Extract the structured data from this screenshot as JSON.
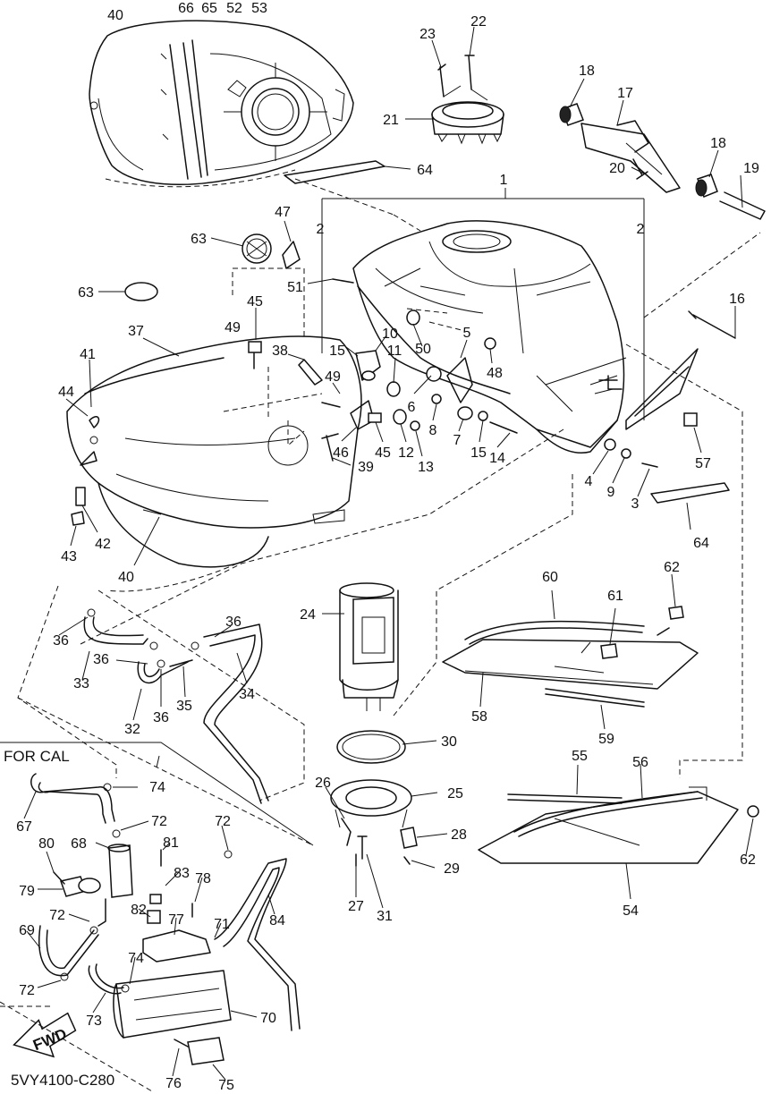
{
  "diagram": {
    "drawing_code": "5VY4100-C280",
    "for_cal_label": "FOR CAL",
    "fwd_label": "FWD",
    "callouts": [
      {
        "id": "c40a",
        "text": "40"
      },
      {
        "id": "c66",
        "text": "66"
      },
      {
        "id": "c65",
        "text": "65"
      },
      {
        "id": "c52",
        "text": "52"
      },
      {
        "id": "c53",
        "text": "53"
      },
      {
        "id": "c23",
        "text": "23"
      },
      {
        "id": "c22",
        "text": "22"
      },
      {
        "id": "c18a",
        "text": "18"
      },
      {
        "id": "c17",
        "text": "17"
      },
      {
        "id": "c21",
        "text": "21"
      },
      {
        "id": "c18b",
        "text": "18"
      },
      {
        "id": "c20",
        "text": "20"
      },
      {
        "id": "c19",
        "text": "19"
      },
      {
        "id": "c64a",
        "text": "64"
      },
      {
        "id": "c1",
        "text": "1"
      },
      {
        "id": "c2a",
        "text": "2"
      },
      {
        "id": "c2b",
        "text": "2"
      },
      {
        "id": "c47",
        "text": "47"
      },
      {
        "id": "c63a",
        "text": "63"
      },
      {
        "id": "c63b",
        "text": "63"
      },
      {
        "id": "c51",
        "text": "51"
      },
      {
        "id": "c16",
        "text": "16"
      },
      {
        "id": "c45a",
        "text": "45"
      },
      {
        "id": "c37",
        "text": "37"
      },
      {
        "id": "c49a",
        "text": "49"
      },
      {
        "id": "c38",
        "text": "38"
      },
      {
        "id": "c10",
        "text": "10"
      },
      {
        "id": "c15a",
        "text": "15"
      },
      {
        "id": "c50",
        "text": "50"
      },
      {
        "id": "c5",
        "text": "5"
      },
      {
        "id": "c41",
        "text": "41"
      },
      {
        "id": "c11",
        "text": "11"
      },
      {
        "id": "c48",
        "text": "48"
      },
      {
        "id": "c44",
        "text": "44"
      },
      {
        "id": "c49b",
        "text": "49"
      },
      {
        "id": "c6",
        "text": "6"
      },
      {
        "id": "c8",
        "text": "8"
      },
      {
        "id": "c7",
        "text": "7"
      },
      {
        "id": "c15b",
        "text": "15"
      },
      {
        "id": "c14",
        "text": "14"
      },
      {
        "id": "c46",
        "text": "46"
      },
      {
        "id": "c45b",
        "text": "45"
      },
      {
        "id": "c12",
        "text": "12"
      },
      {
        "id": "c13",
        "text": "13"
      },
      {
        "id": "c39",
        "text": "39"
      },
      {
        "id": "c57",
        "text": "57"
      },
      {
        "id": "c4",
        "text": "4"
      },
      {
        "id": "c9",
        "text": "9"
      },
      {
        "id": "c3",
        "text": "3"
      },
      {
        "id": "c43",
        "text": "43"
      },
      {
        "id": "c42",
        "text": "42"
      },
      {
        "id": "c40b",
        "text": "40"
      },
      {
        "id": "c64b",
        "text": "64"
      },
      {
        "id": "c60",
        "text": "60"
      },
      {
        "id": "c62a",
        "text": "62"
      },
      {
        "id": "c61",
        "text": "61"
      },
      {
        "id": "c24",
        "text": "24"
      },
      {
        "id": "c36a",
        "text": "36"
      },
      {
        "id": "c36b",
        "text": "36"
      },
      {
        "id": "c36c",
        "text": "36"
      },
      {
        "id": "c36d",
        "text": "36"
      },
      {
        "id": "c33",
        "text": "33"
      },
      {
        "id": "c34",
        "text": "34"
      },
      {
        "id": "c35",
        "text": "35"
      },
      {
        "id": "c32",
        "text": "32"
      },
      {
        "id": "c58",
        "text": "58"
      },
      {
        "id": "c59",
        "text": "59"
      },
      {
        "id": "c30",
        "text": "30"
      },
      {
        "id": "c74a",
        "text": "74"
      },
      {
        "id": "c55",
        "text": "55"
      },
      {
        "id": "c56",
        "text": "56"
      },
      {
        "id": "c26",
        "text": "26"
      },
      {
        "id": "c25",
        "text": "25"
      },
      {
        "id": "c67",
        "text": "67"
      },
      {
        "id": "c72a",
        "text": "72"
      },
      {
        "id": "c72b",
        "text": "72"
      },
      {
        "id": "c28",
        "text": "28"
      },
      {
        "id": "c80",
        "text": "80"
      },
      {
        "id": "c68",
        "text": "68"
      },
      {
        "id": "c81",
        "text": "81"
      },
      {
        "id": "c62b",
        "text": "62"
      },
      {
        "id": "c29",
        "text": "29"
      },
      {
        "id": "c83",
        "text": "83"
      },
      {
        "id": "c78",
        "text": "78"
      },
      {
        "id": "c79",
        "text": "79"
      },
      {
        "id": "c82",
        "text": "82"
      },
      {
        "id": "c27",
        "text": "27"
      },
      {
        "id": "c31",
        "text": "31"
      },
      {
        "id": "c54",
        "text": "54"
      },
      {
        "id": "c84",
        "text": "84"
      },
      {
        "id": "c72c",
        "text": "72"
      },
      {
        "id": "c77",
        "text": "77"
      },
      {
        "id": "c71",
        "text": "71"
      },
      {
        "id": "c69",
        "text": "69"
      },
      {
        "id": "c74b",
        "text": "74"
      },
      {
        "id": "c72d",
        "text": "72"
      },
      {
        "id": "c73",
        "text": "73"
      },
      {
        "id": "c70",
        "text": "70"
      },
      {
        "id": "c76",
        "text": "76"
      },
      {
        "id": "c75",
        "text": "75"
      }
    ]
  }
}
